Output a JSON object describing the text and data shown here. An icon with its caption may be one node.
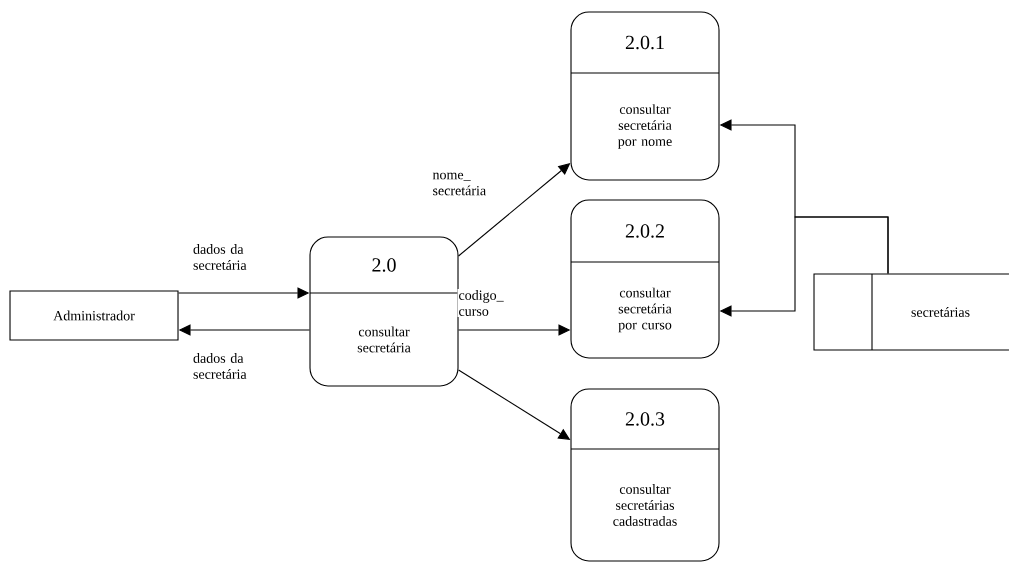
{
  "diagram": {
    "nodes": [
      {
        "text": [
          "Administrador"
        ]
      },
      {
        "text": [
          "2.0",
          "consultar secretária"
        ]
      },
      {
        "text": [
          "2.0.1",
          "consultar secretária por nome"
        ]
      },
      {
        "text": [
          "2.0.2",
          "consultar secretária por curso"
        ]
      },
      {
        "text": [
          "2.0.3",
          "consultar secretárias cadastradas"
        ]
      },
      {
        "text": [
          "secretárias"
        ]
      }
    ],
    "edges": [
      {
        "from": 0,
        "to": 1,
        "arrow": "to",
        "label": "dados da secretária"
      },
      {
        "from": 1,
        "to": 0,
        "arrow": "to",
        "label": "dados da secretária"
      },
      {
        "from": 1,
        "to": 2,
        "arrow": "to",
        "label": "nome_ secretária"
      },
      {
        "from": 1,
        "to": 3,
        "arrow": "to",
        "label": "codigo_ curso"
      },
      {
        "from": 1,
        "to": 4,
        "arrow": "to"
      },
      {
        "from": 5,
        "to": 2,
        "arrow": "to"
      },
      {
        "from": 5,
        "to": 3,
        "arrow": "to"
      }
    ]
  }
}
